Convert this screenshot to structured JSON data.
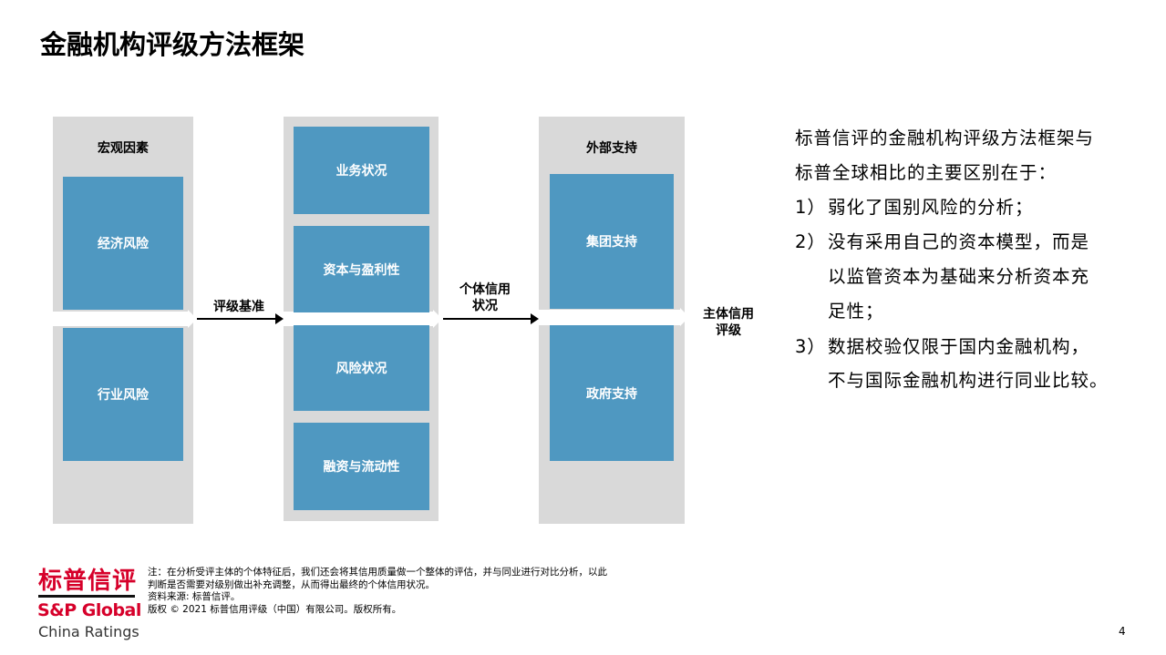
{
  "title": "金融机构评级方法框架",
  "diagram": {
    "left": {
      "header": "宏观因素",
      "boxes": [
        "经济风险",
        "行业风险"
      ]
    },
    "middle": {
      "boxes": [
        "业务状况",
        "资本与盈利性",
        "风险状况",
        "融资与流动性"
      ]
    },
    "right": {
      "header": "外部支持",
      "boxes": [
        "集团支持",
        "政府支持"
      ]
    },
    "arrow1_label": "评级基准",
    "arrow2_label_lines": [
      "个体信用",
      "状况"
    ],
    "output_label_lines": [
      "主体信用",
      "评级"
    ],
    "colors": {
      "box": "#4f98c1",
      "panel": "#d9d9d9"
    }
  },
  "summary": {
    "intro_lines": [
      "标普信评的金融机构评级方法框架与",
      "标普全球相比的主要区别在于："
    ],
    "items": [
      {
        "num": "1）",
        "lines": [
          "弱化了国别风险的分析；"
        ]
      },
      {
        "num": "2）",
        "lines": [
          "没有采用自己的资本模型，而是",
          "以监管资本为基础来分析资本充",
          "足性；"
        ]
      },
      {
        "num": "3）",
        "lines": [
          "数据校验仅限于国内金融机构，",
          "不与国际金融机构进行同业比较。"
        ]
      }
    ]
  },
  "footer": {
    "logo_cn": "标普信评",
    "logo_en": "S&P Global",
    "logo_sub": "China Ratings",
    "note_lines": [
      "注：在分析受评主体的个体特征后，我们还会将其信用质量做一个整体的评估，并与同业进行对比分析，以此",
      "判断是否需要对级别做出补充调整，从而得出最终的个体信用状况。",
      "资料来源: 标普信评。",
      "版权 © 2021 标普信用评级（中国）有限公司。版权所有。"
    ],
    "page_number": "4",
    "brand_color": "#d6002a"
  }
}
